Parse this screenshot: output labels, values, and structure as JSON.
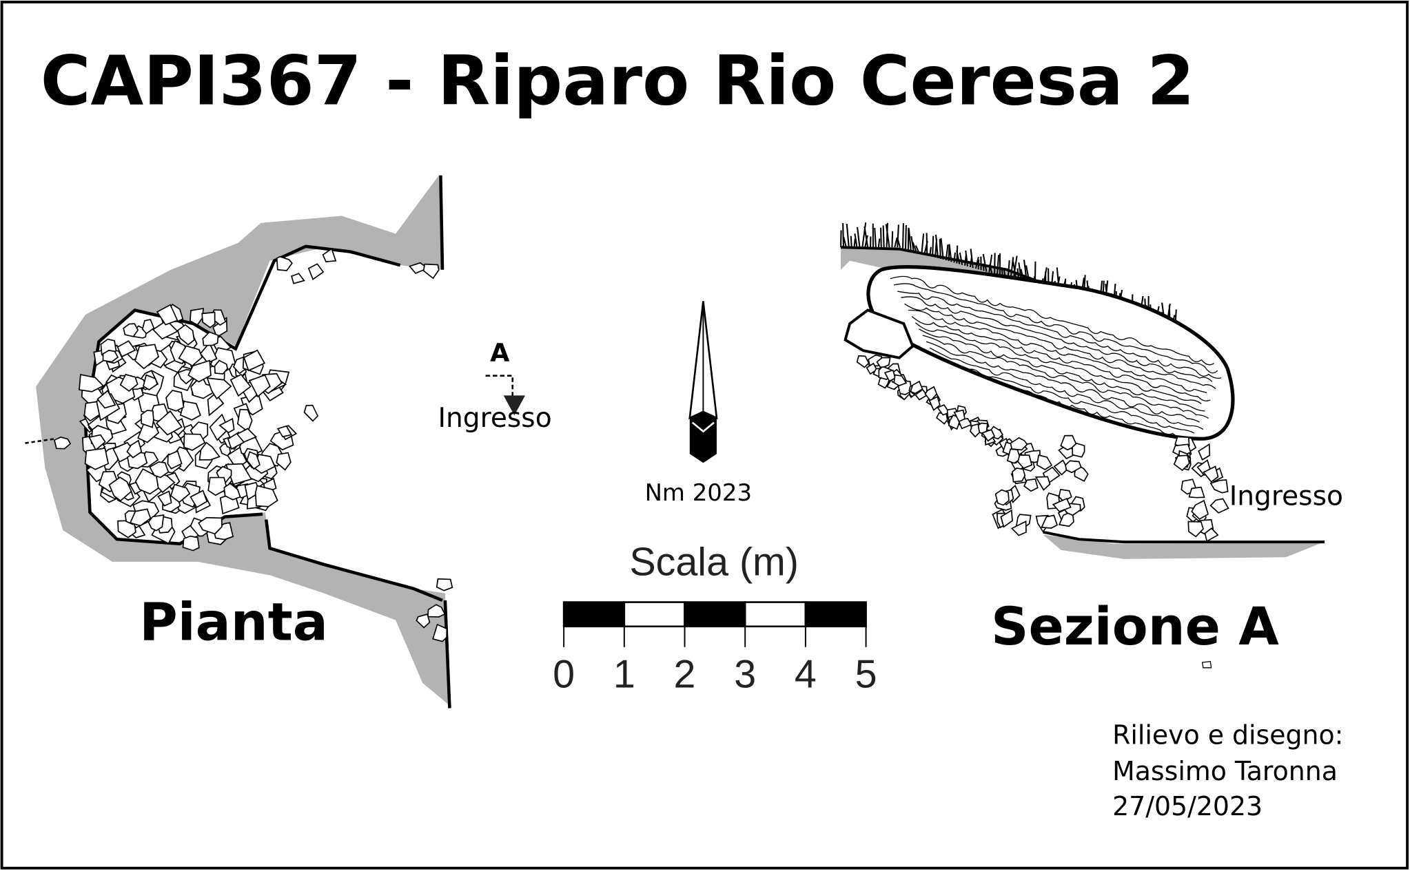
{
  "title": "CAPI367 - Riparo Rio Ceresa 2",
  "plan": {
    "label": "Pianta",
    "section_marker": "A",
    "entrance_label": "Ingresso"
  },
  "north": {
    "label": "Nm 2023"
  },
  "scale": {
    "title": "Scala (m)",
    "ticks": [
      "0",
      "1",
      "2",
      "3",
      "4",
      "5"
    ]
  },
  "section": {
    "label": "Sezione A",
    "entrance_label": "Ingresso"
  },
  "credits": {
    "line1": "Rilievo e disegno:",
    "line2": "Massimo Taronna",
    "line3": "27/05/2023"
  },
  "colors": {
    "fill_gray": "#b3b3b3",
    "ink": "#000000"
  }
}
